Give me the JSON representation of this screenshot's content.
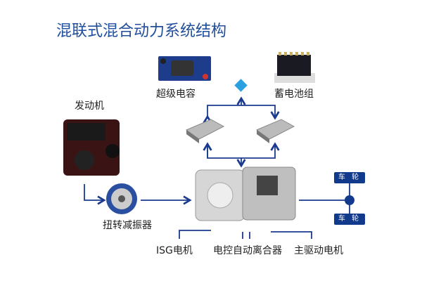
{
  "title": "混联式混合动力系统结构",
  "labels": {
    "supercap": "超级电容",
    "battery": "蓄电池组",
    "engine": "发动机",
    "damper": "扭转减振器",
    "isg": "ISG电机",
    "clutch": "电控自动离合器",
    "main_motor": "主驱动电机",
    "wheel_top": "车 轮",
    "wheel_bottom": "车 轮"
  },
  "colors": {
    "line": "#1a3a8f",
    "title": "#1f4e9c",
    "diamond": "#2aa0e0"
  }
}
